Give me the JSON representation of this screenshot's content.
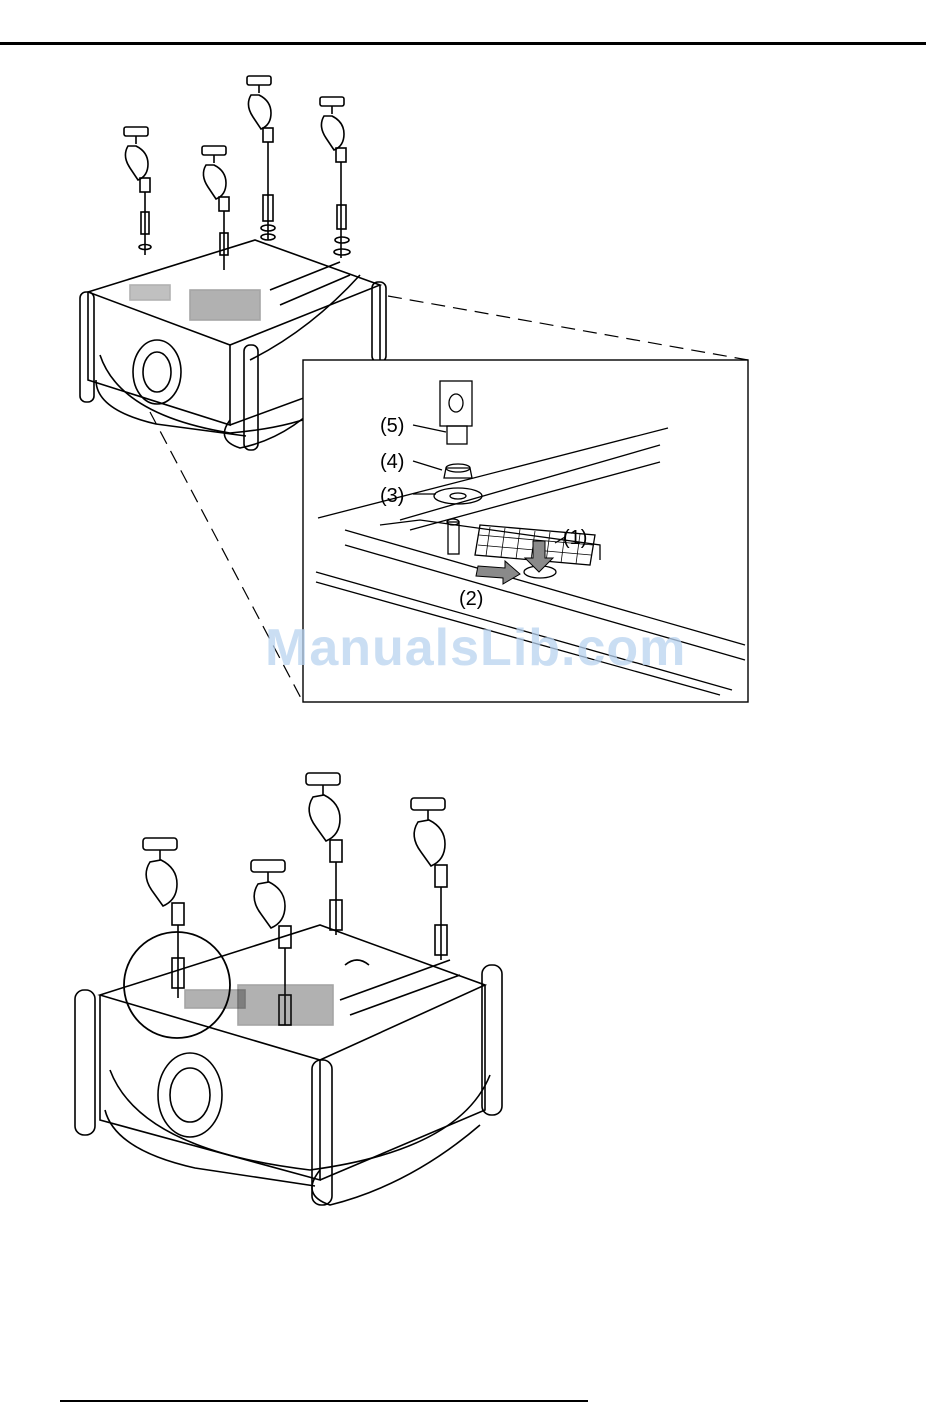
{
  "callouts": {
    "c1": "(1)",
    "c2": "(2)",
    "c3": "(3)",
    "c4": "(4)",
    "c5": "(5)"
  },
  "watermark": "ManualsLib.com",
  "colors": {
    "line": "#000000",
    "arrow_fill": "#8a8a8a",
    "watermark": "#b9d3f0"
  }
}
